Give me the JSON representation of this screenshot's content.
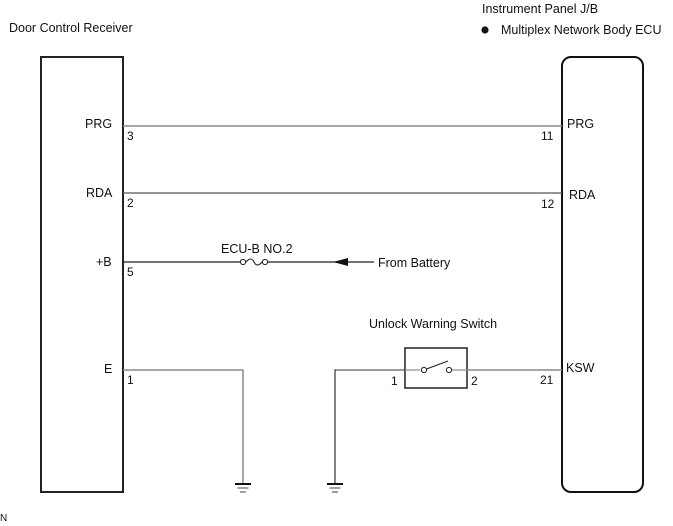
{
  "diagram": {
    "left_component": {
      "title": "Door Control Receiver",
      "terminals": [
        {
          "name": "PRG",
          "pin": "3"
        },
        {
          "name": "RDA",
          "pin": "2"
        },
        {
          "name": "+B",
          "pin": "5"
        },
        {
          "name": "E",
          "pin": "1"
        }
      ]
    },
    "right_component": {
      "location": "Instrument Panel J/B",
      "bullet": "●",
      "title": "Multiplex Network Body ECU",
      "terminals": [
        {
          "name": "PRG",
          "pin": "11"
        },
        {
          "name": "RDA",
          "pin": "12"
        },
        {
          "name": "KSW",
          "pin": "21"
        }
      ]
    },
    "fuse": {
      "label": "ECU-B NO.2"
    },
    "power_source": {
      "label": "From Battery"
    },
    "switch": {
      "label": "Unlock Warning Switch",
      "pin_left": "1",
      "pin_right": "2"
    },
    "footer_mark": "N",
    "colors": {
      "wire_gray": "#8a8a8a",
      "wire_black": "#1a1a1a",
      "box": "#222222"
    }
  }
}
